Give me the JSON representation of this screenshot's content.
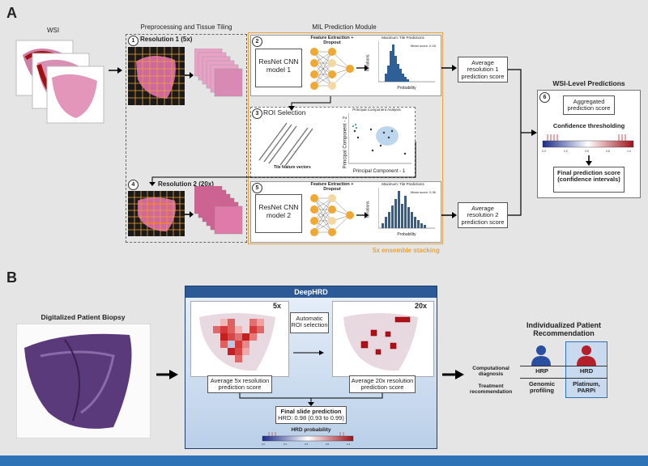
{
  "panelA": {
    "letter": "A",
    "wsi_label": "WSI",
    "preprocessing_title": "Preprocessing and Tissue Tiling",
    "mil_title": "MIL Prediction Module",
    "res1_num": "1",
    "res1_label": "Resolution 1 (5x)",
    "res2_num": "4",
    "res2_label": "Resolution 2 (20x)",
    "step2_num": "2",
    "step3_num": "3",
    "step5_num": "5",
    "step6_num": "6",
    "model1_label": "ResNet CNN model 1",
    "model2_label": "ResNet CNN model 2",
    "feature_extraction_1": "Feature Extraction + Dropout",
    "feature_extraction_2": "Feature Extraction + Dropout",
    "hist1_title": "Maximum: Tile Predictions",
    "hist1_mean": "Mean score: 0.18",
    "hist1_ylabel": "Iterations",
    "hist1_xlabel": "Probability",
    "hist2_title": "Maximum: Tile Predictions",
    "hist2_mean": "Mean score: 0.36",
    "hist2_ylabel": "Iterations",
    "hist2_xlabel": "Probability",
    "roi_label": "ROI Selection",
    "tile_vectors_label": "Tile feature vectors",
    "pca_title": "Principal Component Analysis",
    "pca_xlabel": "Principal Component - 1",
    "pca_ylabel": "Principal Component - 2",
    "avg_res1": "Average resolution 1 prediction score",
    "avg_res2": "Average resolution 2 prediction score",
    "ensemble_label": "5x ensemble stacking",
    "wsi_level_title": "WSI-Level Predictions",
    "aggregated_label": "Aggregated prediction score",
    "confidence_label": "Confidence thresholding",
    "final_label": "Final prediction score (confidence intervals)"
  },
  "panelB": {
    "letter": "B",
    "biopsy_label": "Digitalized Patient Biopsy",
    "deephrd_title": "DeepHRD",
    "mag5x": "5x",
    "mag20x": "20x",
    "auto_roi": "Automatic ROI selection",
    "avg5x": "Average 5x resolution prediction score",
    "avg20x": "Average 20x resolution prediction score",
    "final_slide_title": "Final slide prediction",
    "final_slide_value": "HRD: 0.98 (0.93 to 0.99)",
    "hrd_prob_label": "HRD probability",
    "recommendation_title": "Individualized Patient Recommendation",
    "comp_diag": "Computational diagnosis",
    "treat_rec": "Treatment recommendation",
    "hrp_label": "HRP",
    "hrd_label": "HRD",
    "genomic_profiling": "Genomic profiling",
    "platinum_parpi": "Platinum, PARPi"
  },
  "colors": {
    "orange": "#e8a33c",
    "blue": "#2e73b5",
    "red": "#c0262d",
    "hist_blue": "#2f5f97"
  }
}
